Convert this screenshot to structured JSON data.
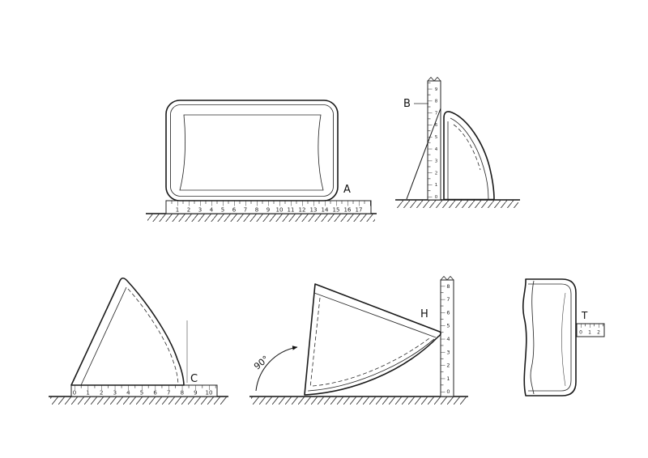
{
  "figures": {
    "a": {
      "label": "A",
      "ruler_numbers": [
        "1",
        "2",
        "3",
        "4",
        "5",
        "6",
        "7",
        "8",
        "9",
        "10",
        "11",
        "12",
        "13",
        "14",
        "15",
        "16",
        "17"
      ]
    },
    "b": {
      "label": "B",
      "ruler_numbers": [
        "0",
        "1",
        "2",
        "3",
        "4",
        "5",
        "6",
        "7",
        "8",
        "9"
      ]
    },
    "c": {
      "label": "C",
      "ruler_numbers": [
        "0",
        "1",
        "2",
        "3",
        "4",
        "5",
        "6",
        "7",
        "8",
        "9",
        "10"
      ]
    },
    "h": {
      "label": "H",
      "angle": "90°",
      "ruler_numbers": [
        "0",
        "1",
        "2",
        "3",
        "4",
        "5",
        "6",
        "7",
        "8"
      ]
    },
    "t": {
      "label": "T",
      "ruler_numbers": [
        "0",
        "1",
        "2"
      ]
    }
  }
}
